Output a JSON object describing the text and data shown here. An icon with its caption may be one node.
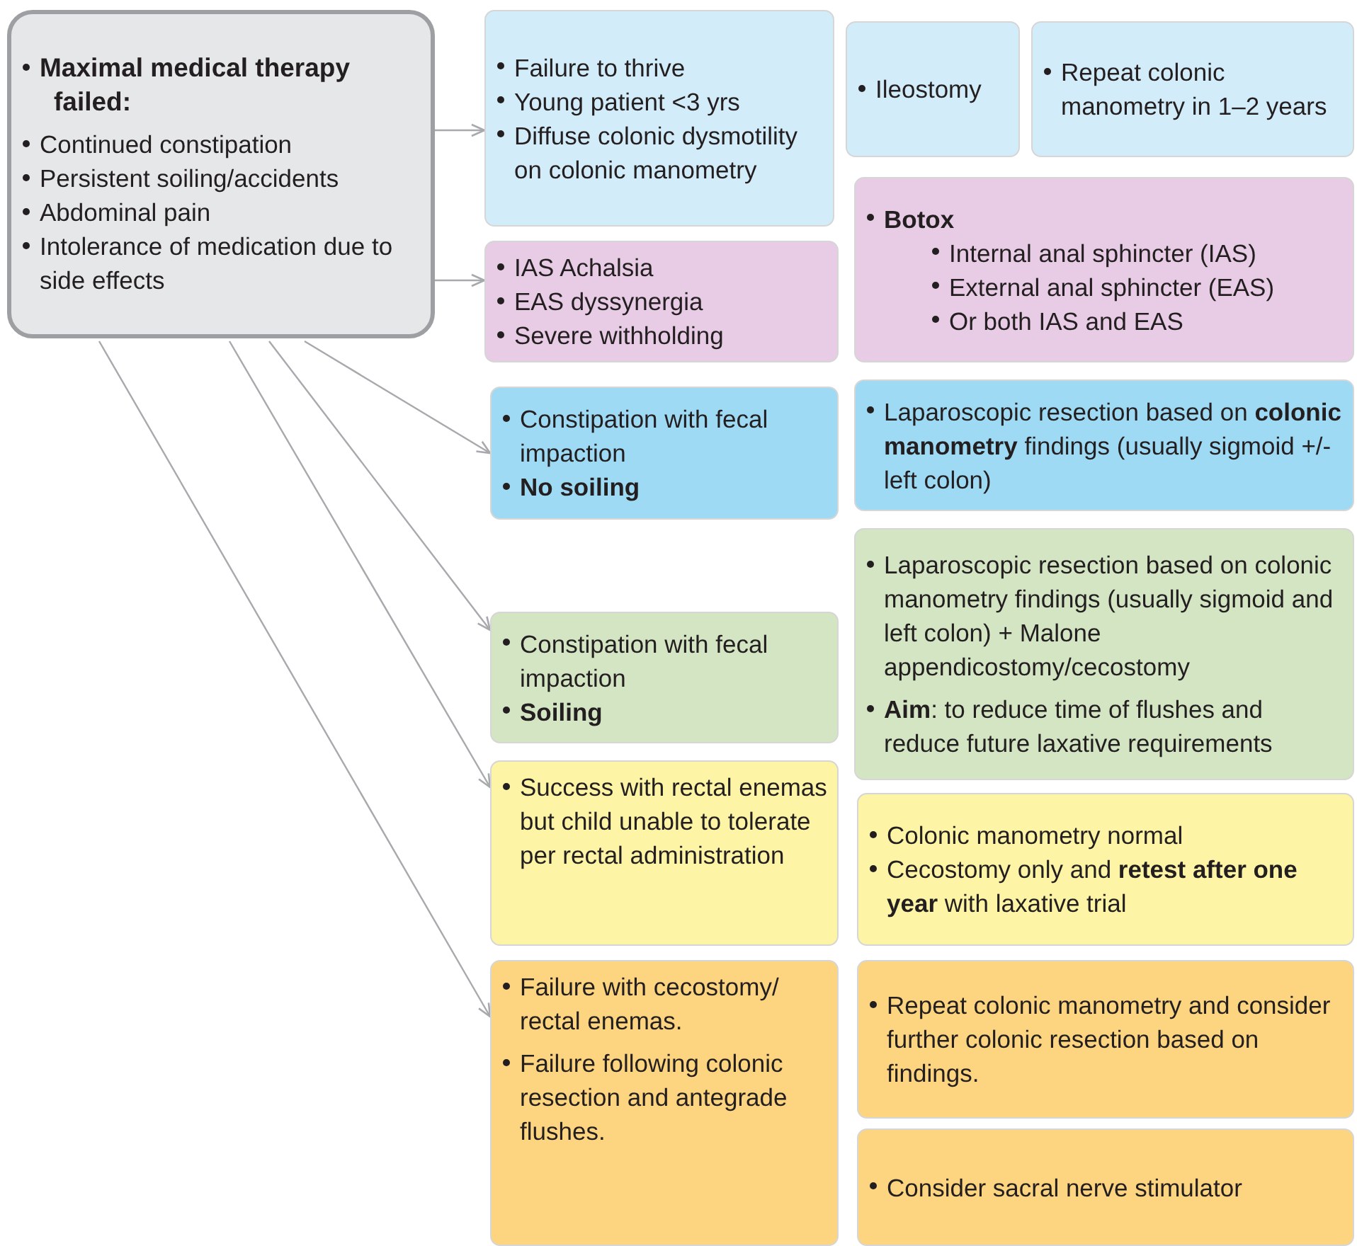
{
  "diagram": {
    "nodes": [
      {
        "text": [
          "Maximal medical therapy failed:",
          "Continued constipation",
          "Persistent soiling/accidents",
          "Abdominal pain",
          "Intolerance of medication due to side effects"
        ]
      },
      {
        "text": [
          "Failure to thrive",
          "Young patient <3 yrs",
          "Diffuse colonic dysmotility on colonic manometry"
        ]
      },
      {
        "text": [
          "Ileostomy"
        ]
      },
      {
        "text": [
          "Repeat colonic manometry in 1–2 years"
        ]
      },
      {
        "text": [
          "IAS Achalsia",
          "EAS dyssynergia",
          "Severe withholding"
        ]
      },
      {
        "text": [
          "Botox",
          "Internal anal sphincter (IAS)",
          "External anal sphincter (EAS)",
          "Or both IAS and EAS"
        ]
      },
      {
        "text": [
          "Constipation with fecal impaction",
          "No soiling"
        ]
      },
      {
        "text": [
          "Laparoscopic resection based on **colonic manometry** findings (usually sigmoid +/- left colon)"
        ]
      },
      {
        "text": [
          "Constipation with fecal impaction",
          "Soiling"
        ]
      },
      {
        "text": [
          "Laparoscopic resection based on colonic manometry findings (usually sigmoid and left colon) + Malone appendicostomy/cecostomy",
          "**Aim**: to reduce time of flushes and reduce future laxative requirements"
        ]
      },
      {
        "text": [
          "Success with rectal enemas but child unable to tolerate per rectal administration"
        ]
      },
      {
        "text": [
          "Colonic manometry normal",
          "Cecostomy only and **retest after one year** with laxative trial"
        ]
      },
      {
        "text": [
          "Failure with cecostomy/ rectal enemas.",
          "Failure following colonic resection and antegrade flushes."
        ]
      },
      {
        "text": [
          "Repeat colonic manometry and consider further colonic resection based on findings."
        ]
      },
      {
        "text": [
          "Consider sacral nerve stimulator"
        ]
      }
    ],
    "edges": [
      {
        "from": 0,
        "to": 1,
        "arrow": "to"
      },
      {
        "from": 0,
        "to": 4,
        "arrow": "to"
      },
      {
        "from": 0,
        "to": 6,
        "arrow": "to"
      },
      {
        "from": 0,
        "to": 8,
        "arrow": "to"
      },
      {
        "from": 0,
        "to": 10,
        "arrow": "to"
      },
      {
        "from": 0,
        "to": 12,
        "arrow": "to"
      }
    ]
  }
}
